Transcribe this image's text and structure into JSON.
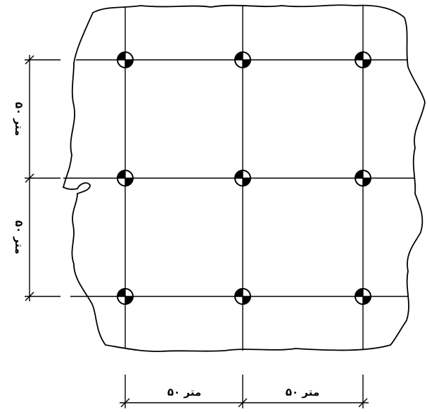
{
  "diagram": {
    "grid": {
      "columns": 3,
      "rows": 3
    },
    "dimension_labels": {
      "horizontal_left": "۵۰ متر",
      "horizontal_right": "۵۰ متر",
      "vertical_top": "۵۰ متر",
      "vertical_bottom": "۵۰ متر"
    },
    "marker_icon": "survey-benchmark-icon",
    "colors": {
      "stroke": "#000000",
      "background": "#ffffff"
    }
  }
}
